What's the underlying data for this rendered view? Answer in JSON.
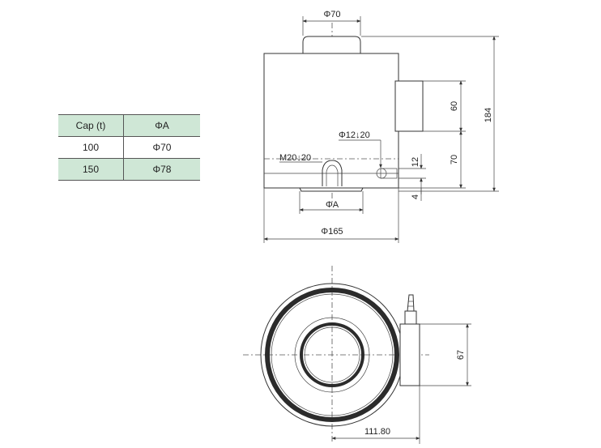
{
  "table": {
    "headers": [
      "Cap (t)",
      "ΦA"
    ],
    "rows": [
      [
        "100",
        "Φ70"
      ],
      [
        "150",
        "Φ78"
      ]
    ]
  },
  "dimensions": {
    "top_dia": "Φ70",
    "base_dia": "ΦA",
    "body_dia": "Φ165",
    "height_total": "184",
    "height_box": "60",
    "height_connector": "70",
    "height_12": "12",
    "height_4": "4",
    "thread": "M20↓20",
    "hole": "Φ12↓20",
    "plan_width": "67",
    "plan_offset": "111.80"
  },
  "colors": {
    "table_shade": "#cfe7d6",
    "ring": "#2b2b2b"
  }
}
